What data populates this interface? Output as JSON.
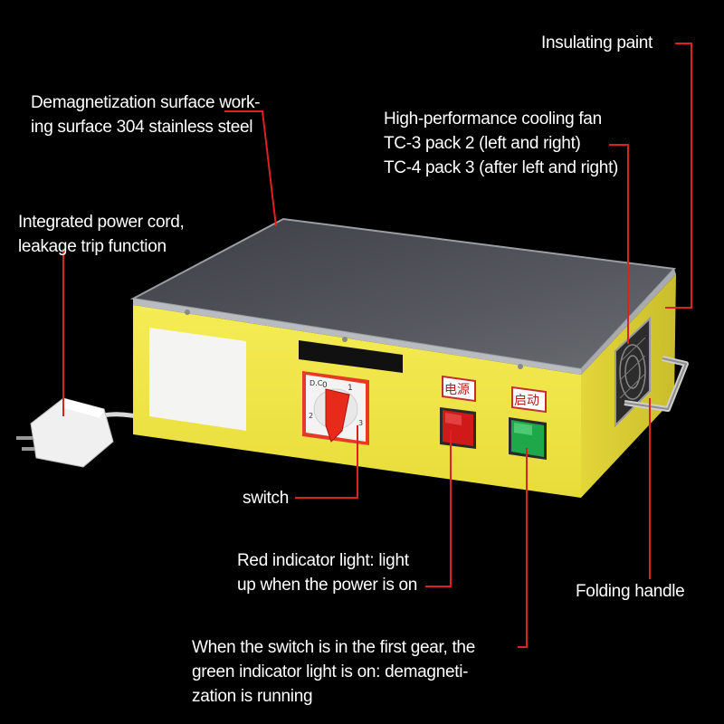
{
  "colors": {
    "background": "#000000",
    "body_yellow": "#f2e84a",
    "top_plate": "#4c4f55",
    "leader_line": "#e02020",
    "power_button": "#d01a1a",
    "start_button": "#1fa84a",
    "switch_knob": "#e82a1a"
  },
  "callouts": {
    "insulating_paint": "Insulating paint",
    "demag_surface": {
      "line1": "Demagnetization surface work-",
      "line2": "ing surface 304 stainless steel"
    },
    "cooling_fan": {
      "line1": "High-performance cooling fan",
      "line2": "TC-3 pack 2 (left and right)",
      "line3": "TC-4 pack 3 (after left and right)"
    },
    "power_cord": {
      "line1": "Integrated power cord,",
      "line2": "leakage trip function"
    },
    "switch": "switch",
    "red_light": {
      "line1": "Red indicator light: light",
      "line2": "up when the power is on"
    },
    "folding_handle": "Folding handle",
    "green_light": {
      "line1": "When the switch is in the first gear, the",
      "line2": "green indicator light is on: demagneti-",
      "line3": "zation is running"
    }
  },
  "device": {
    "power_button_label": "电源",
    "start_button_label": "启动",
    "switch_marks": {
      "left": "0",
      "right": "1",
      "brand": "D.C",
      "bottom_left": "2",
      "bottom_right": "3"
    }
  }
}
